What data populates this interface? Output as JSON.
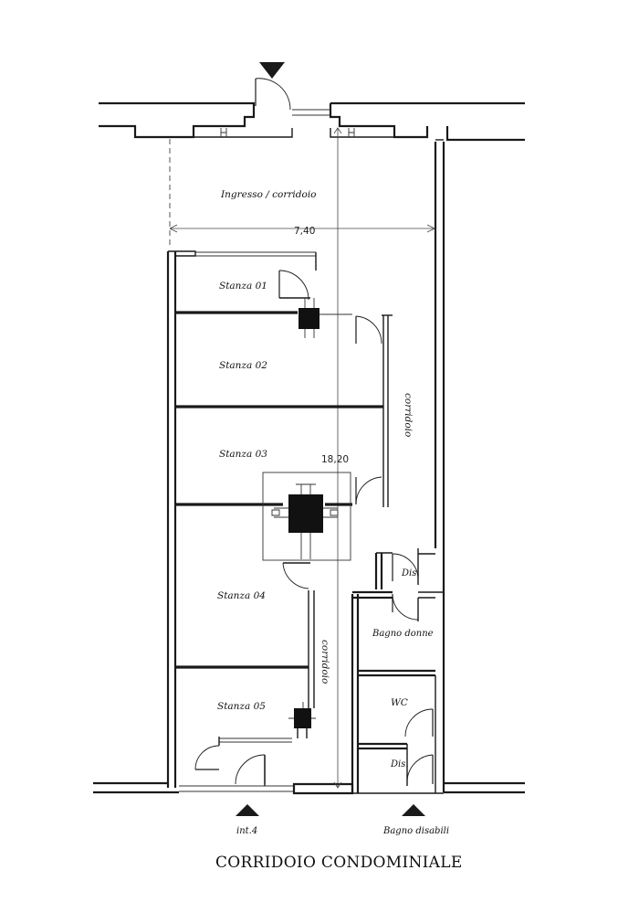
{
  "labels": {
    "ingresso": "Ingresso / corridoio",
    "stanza_01": "Stanza 01",
    "stanza_02": "Stanza 02",
    "stanza_03": "Stanza 03",
    "stanza_04": "Stanza 04",
    "stanza_05": "Stanza 05",
    "corridoio_right": "corridoio",
    "corridoio_center": "corridoio",
    "dis_top": "Dis.",
    "bagno_donne": "Bagno donne",
    "wc": "WC",
    "dis_bottom": "Dis.",
    "int4": "int.4",
    "bagno_disabili": "Bagno disabili"
  },
  "dimensions": {
    "width": "7,40",
    "length": "18,20"
  },
  "title": "CORRIDOIO CONDOMINIALE"
}
